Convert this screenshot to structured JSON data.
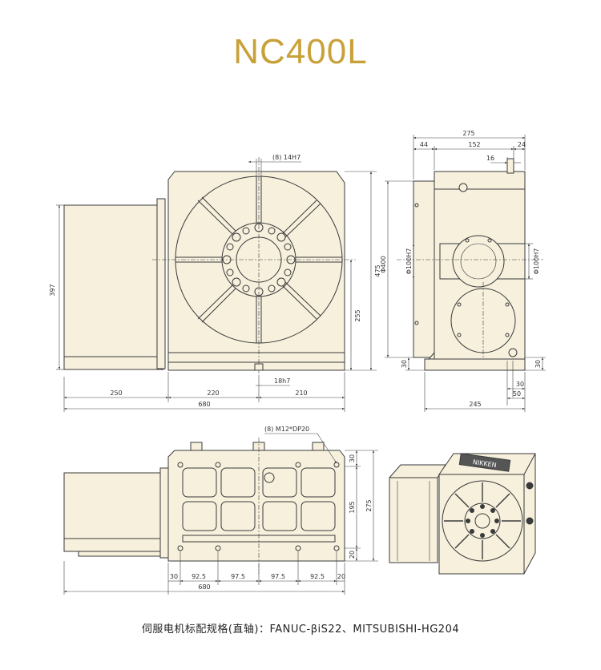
{
  "title": "NC400L",
  "colors": {
    "title": "#c9a13a",
    "body_fill": "#f6f0dd",
    "line": "#3a3a3a",
    "dim": "#444444",
    "brand_plate": "#555555"
  },
  "front_view": {
    "callout_slot": "(8) 14H7",
    "dim_397": "397",
    "dim_475": "475",
    "dim_255": "255",
    "dim_18h7": "18h7",
    "dim_250": "250",
    "dim_220": "220",
    "dim_210": "210",
    "dim_680": "680"
  },
  "side_view": {
    "dim_275": "275",
    "dim_44": "44",
    "dim_152": "152",
    "dim_24": "24",
    "dim_16": "16",
    "dim_phi400": "Φ400",
    "dim_phi100h7_left": "Φ100H7",
    "dim_phi100h7_right": "Φ100H7",
    "dim_30_left": "30",
    "dim_30_mid": "30",
    "dim_30_right": "30",
    "dim_50": "50",
    "dim_245": "245"
  },
  "top_view": {
    "callout_holes": "(8) M12*DP20",
    "dim_30": "30",
    "dim_92_5_a": "92.5",
    "dim_97_5_a": "97.5",
    "dim_97_5_b": "97.5",
    "dim_92_5_b": "92.5",
    "dim_20_bottom": "20",
    "dim_680": "680",
    "dim_30_top": "30",
    "dim_195": "195",
    "dim_275": "275",
    "dim_20_side": "20"
  },
  "iso_view": {
    "brand_label": "NIKKEN"
  },
  "footer_text": "伺服电机标配规格(直轴)：FANUC-βiS22、MITSUBISHI-HG204"
}
